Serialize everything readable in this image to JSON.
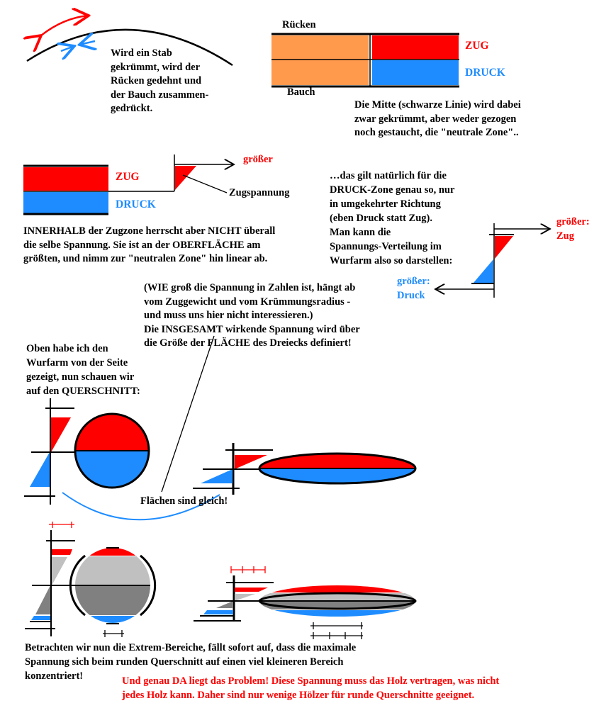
{
  "intro": {
    "lines": [
      "Wird ein Stab",
      "gekrümmt, wird der",
      "Rücken gedehnt und",
      "der Bauch zusammen-",
      "gedrückt."
    ]
  },
  "beam1": {
    "top_label": "Rücken",
    "bottom_label": "Bauch",
    "zug": "ZUG",
    "druck": "DRUCK"
  },
  "neutral": {
    "lines": [
      "Die Mitte (schwarze Linie) wird dabei",
      "zwar gekrümmt, aber weder gezogen",
      "noch gestaucht, die \"neutrale Zone\".."
    ]
  },
  "beam2": {
    "zug": "ZUG",
    "druck": "DRUCK",
    "bigger": "größer",
    "pointer_label": "Zugspannung"
  },
  "innerhalb": {
    "lines": [
      "INNERHALB der Zugzone herrscht aber NICHT überall",
      "die selbe Spannung. Sie ist an der OBERFLÄCHE am",
      "größten, und nimm zur \"neutralen Zone\" hin linear ab."
    ]
  },
  "druckzone": {
    "lines": [
      "…das gilt natürlich für die",
      "DRUCK-Zone genau so, nur",
      "in umgekehrter Richtung",
      "(eben Druck statt Zug).",
      "Man kann die",
      "Spannungs-Verteilung im",
      "Wurfarm also so darstellen:"
    ]
  },
  "dist": {
    "zug": [
      "größer:",
      "Zug"
    ],
    "druck": [
      "größer:",
      "Druck"
    ]
  },
  "wie": {
    "lines": [
      "(WIE groß die Spannung in Zahlen ist, hängt ab",
      "vom Zuggewicht und vom Krümmungsradius -",
      "und muss uns hier nicht interessieren.)",
      "Die INSGESAMT wirkende Spannung wird über",
      "die Größe der FLÄCHE des Dreiecks definiert!"
    ]
  },
  "oben": {
    "lines": [
      "Oben habe ich den",
      "Wurfarm von der Seite",
      "gezeigt, nun schauen wir",
      "auf den QUERSCHNITT:"
    ]
  },
  "equal": "Flächen sind gleich!",
  "extrem": {
    "lines": [
      "Betrachten wir nun die Extrem-Bereiche, fällt sofort auf, dass die maximale",
      "Spannung sich beim runden Querschnitt auf einen viel kleineren Bereich",
      "konzentriert!"
    ]
  },
  "problem": {
    "lines": [
      "Und genau DA liegt das Problem! Diese Spannung muss das Holz vertragen, was nicht",
      "jedes Holz kann. Daher sind nur wenige Hölzer für runde Querschnitte geeignet."
    ]
  },
  "colors": {
    "zug": "#ff0000",
    "druck": "#1e8cff",
    "orange": "#ff9a4d",
    "light_gray": "#c0c0c0",
    "dark_gray": "#808080"
  }
}
